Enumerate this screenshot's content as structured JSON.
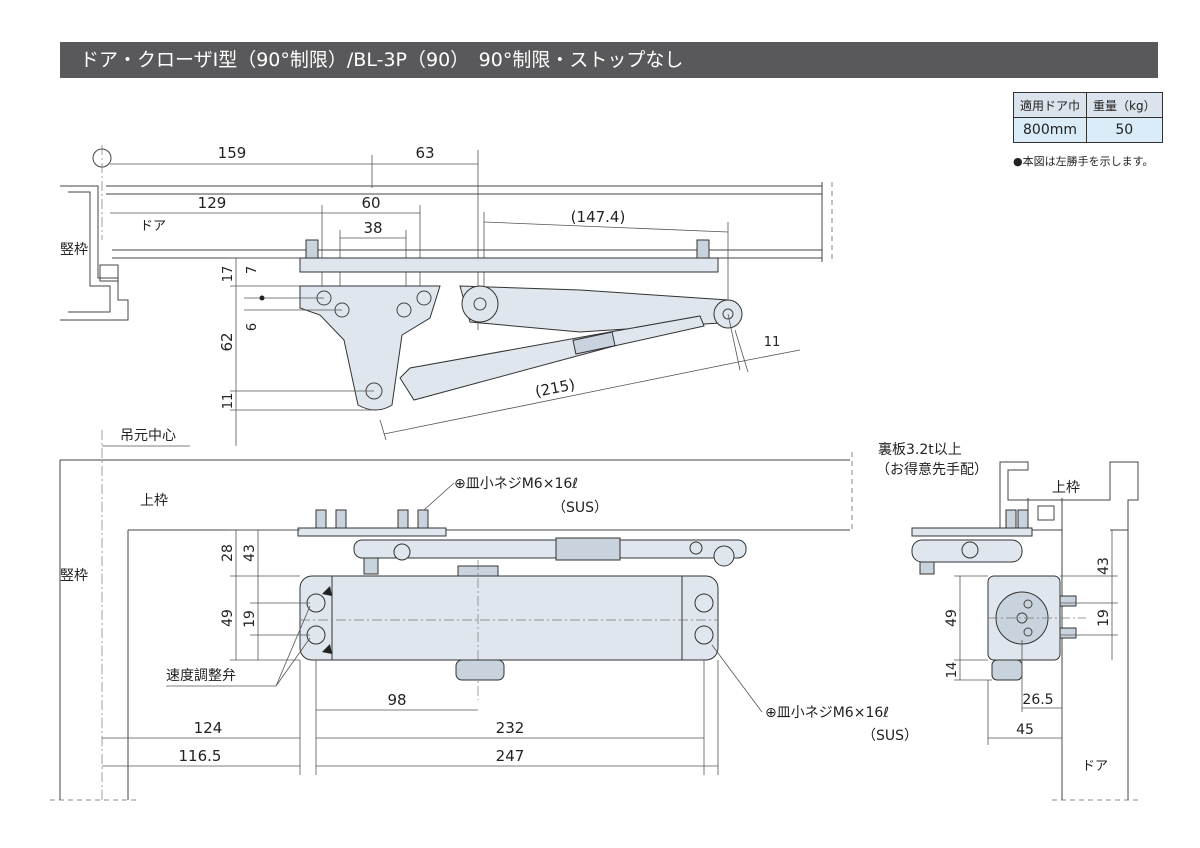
{
  "header": {
    "title": "ドア・クローザⅠ型（90°制限）/BL-3P（90）　90°制限・ストップなし"
  },
  "spec_table": {
    "headers": [
      "適用ドア巾",
      "重量（kg）"
    ],
    "row": [
      "800mm",
      "50"
    ]
  },
  "note": "●本図は左勝手を示します。",
  "labels": {
    "frame_vertical_top": "竪枠",
    "door_top": "ドア",
    "pivot_center": "吊元中心",
    "frame_vertical_bottom": "竪枠",
    "frame_top_bottom": "上枠",
    "screw_top": "⊕皿小ネジM6×16ℓ",
    "screw_top_sus": "（SUS）",
    "speed_valve": "速度調整弁",
    "screw_bottom": "⊕皿小ネジM6×16ℓ",
    "screw_bottom_sus": "（SUS）",
    "backplate": "裏板3.2t以上",
    "backplate_note": "（お得意先手配）",
    "frame_top_side": "上枠",
    "door_side": "ドア"
  },
  "dims": {
    "d159": "159",
    "d63": "63",
    "d129": "129",
    "d60": "60",
    "d38": "38",
    "d147": "(147.4)",
    "d17": "17",
    "d7": "7",
    "d6": "6",
    "d62": "62",
    "d11a": "11",
    "d11b": "11",
    "d215": "(215)",
    "d28": "28",
    "d43a": "43",
    "d49a": "49",
    "d19a": "19",
    "d98": "98",
    "d124": "124",
    "d232": "232",
    "d116": "116.5",
    "d247": "247",
    "d43b": "43",
    "d49b": "49",
    "d19b": "19",
    "d14": "14",
    "d265": "26.5",
    "d45": "45"
  },
  "colors": {
    "header_bg": "#59595b",
    "part_fill": "#dfe6ee",
    "table_header": "#dbe3ec",
    "table_body": "#d9ecf7"
  }
}
